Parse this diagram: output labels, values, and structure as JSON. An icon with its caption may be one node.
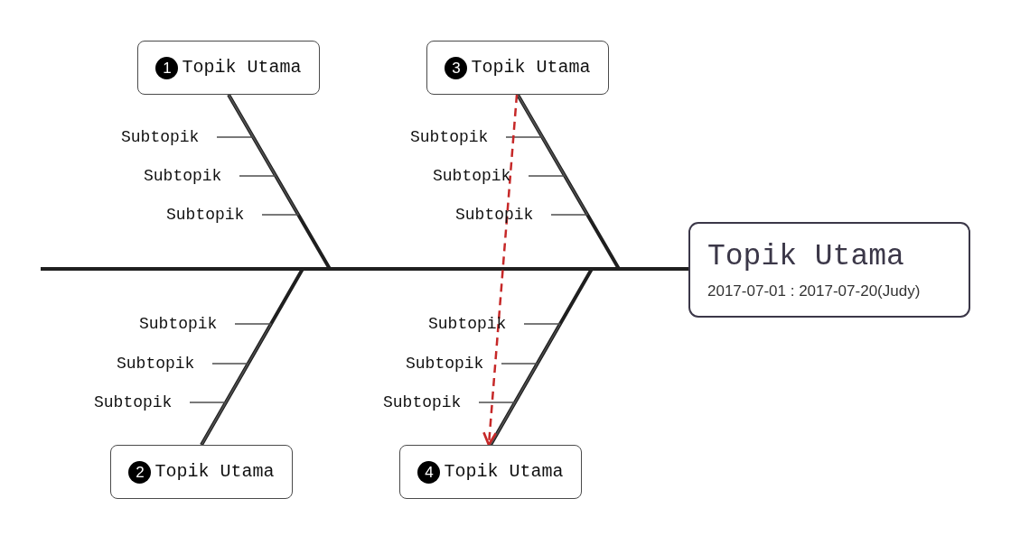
{
  "diagram": {
    "nodes": [
      {
        "text": [
          "Topik Utama",
          "2017-07-01 : 2017-07-20(Judy)"
        ]
      },
      {
        "text": [
          "1",
          "Topik Utama"
        ]
      },
      {
        "text": [
          "Subtopik"
        ]
      },
      {
        "text": [
          "Subtopik"
        ]
      },
      {
        "text": [
          "Subtopik"
        ]
      },
      {
        "text": [
          "2",
          "Topik Utama"
        ]
      },
      {
        "text": [
          "Subtopik"
        ]
      },
      {
        "text": [
          "Subtopik"
        ]
      },
      {
        "text": [
          "Subtopik"
        ]
      },
      {
        "text": [
          "3",
          "Topik Utama"
        ]
      },
      {
        "text": [
          "Subtopik"
        ]
      },
      {
        "text": [
          "Subtopik"
        ]
      },
      {
        "text": [
          "Subtopik"
        ]
      },
      {
        "text": [
          "4",
          "Topik Utama"
        ]
      },
      {
        "text": [
          "Subtopik"
        ]
      },
      {
        "text": [
          "Subtopik"
        ]
      },
      {
        "text": [
          "Subtopik"
        ]
      }
    ],
    "edges": [
      {
        "from": 1,
        "to": 0,
        "arrow": "none",
        "style": "thick",
        "color": "#1f1f1f"
      },
      {
        "from": 5,
        "to": 0,
        "arrow": "none",
        "style": "thick",
        "color": "#1f1f1f"
      },
      {
        "from": 9,
        "to": 0,
        "arrow": "none",
        "style": "thick",
        "color": "#1f1f1f"
      },
      {
        "from": 13,
        "to": 0,
        "arrow": "none",
        "style": "thick",
        "color": "#1f1f1f"
      },
      {
        "from": 2,
        "to": 1,
        "arrow": "none"
      },
      {
        "from": 3,
        "to": 1,
        "arrow": "none"
      },
      {
        "from": 4,
        "to": 1,
        "arrow": "none"
      },
      {
        "from": 6,
        "to": 5,
        "arrow": "none"
      },
      {
        "from": 7,
        "to": 5,
        "arrow": "none"
      },
      {
        "from": 8,
        "to": 5,
        "arrow": "none"
      },
      {
        "from": 10,
        "to": 9,
        "arrow": "none"
      },
      {
        "from": 11,
        "to": 9,
        "arrow": "none"
      },
      {
        "from": 12,
        "to": 9,
        "arrow": "none"
      },
      {
        "from": 14,
        "to": 13,
        "arrow": "none"
      },
      {
        "from": 15,
        "to": 13,
        "arrow": "none"
      },
      {
        "from": 16,
        "to": 13,
        "arrow": "none"
      },
      {
        "from": 9,
        "to": 13,
        "arrow": "to",
        "style": "dashed",
        "color": "#c62828"
      }
    ]
  }
}
